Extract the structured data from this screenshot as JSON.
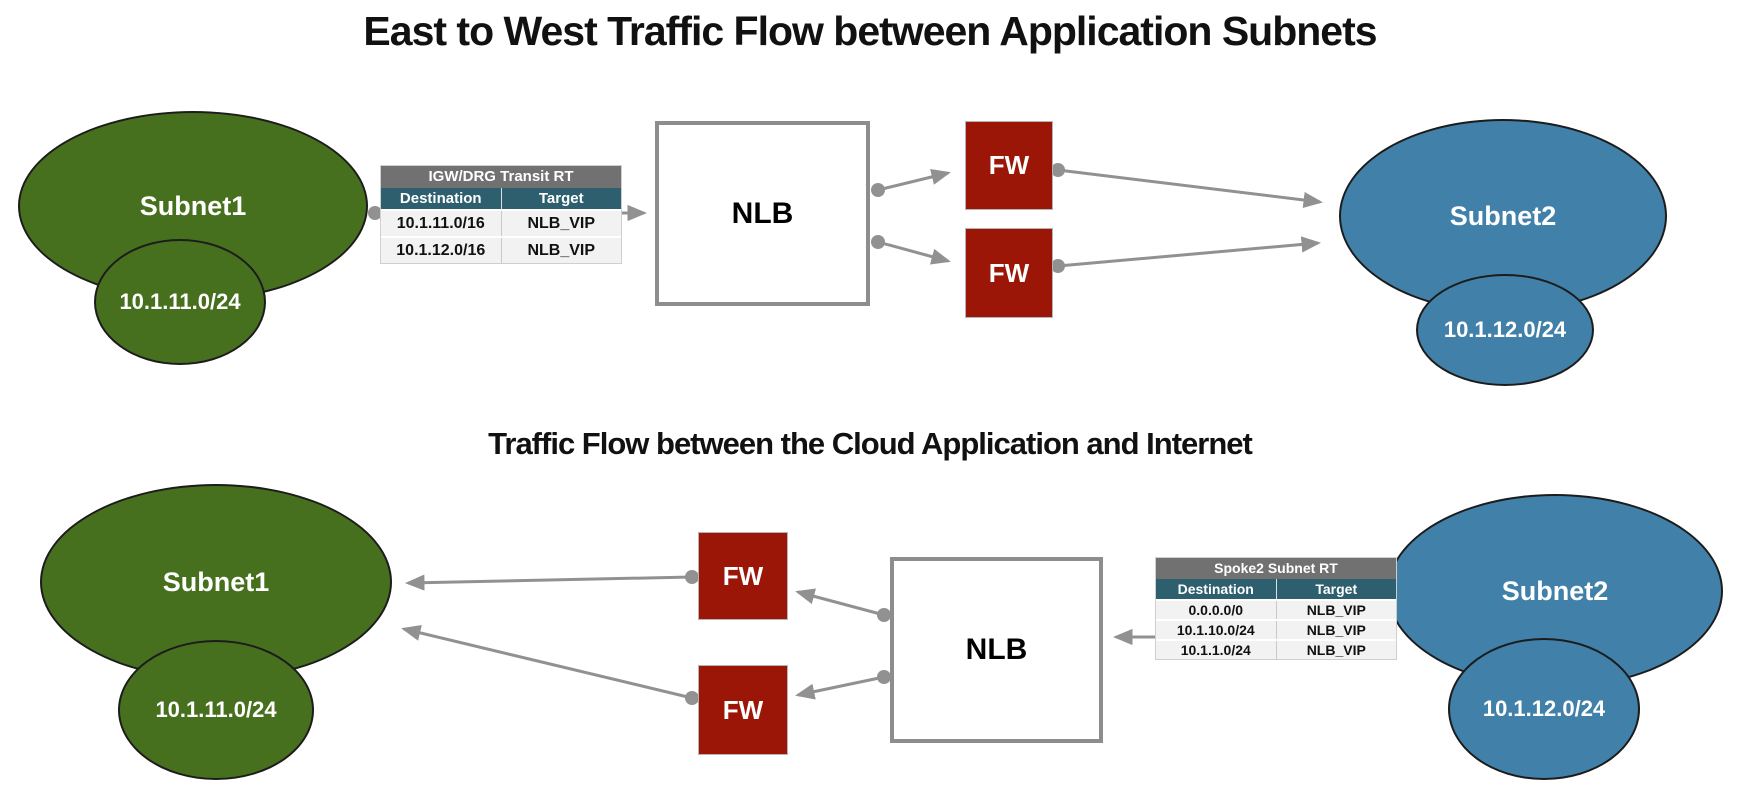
{
  "diagram1": {
    "title": "East to West Traffic Flow between Application Subnets",
    "subnet1": {
      "label": "Subnet1",
      "cidr": "10.1.11.0/24"
    },
    "subnet2": {
      "label": "Subnet2",
      "cidr": "10.1.12.0/24"
    },
    "nlb": {
      "label": "NLB"
    },
    "firewalls": [
      {
        "label": "FW"
      },
      {
        "label": "FW"
      }
    ],
    "route_table": {
      "title": "IGW/DRG Transit RT",
      "columns": [
        "Destination",
        "Target"
      ],
      "rows": [
        {
          "destination": "10.1.11.0/16",
          "target": "NLB_VIP"
        },
        {
          "destination": "10.1.12.0/16",
          "target": "NLB_VIP"
        }
      ]
    }
  },
  "diagram2": {
    "title": "Traffic Flow between the Cloud Application and Internet",
    "subnet1": {
      "label": "Subnet1",
      "cidr": "10.1.11.0/24"
    },
    "subnet2": {
      "label": "Subnet2",
      "cidr": "10.1.12.0/24"
    },
    "nlb": {
      "label": "NLB"
    },
    "firewalls": [
      {
        "label": "FW"
      },
      {
        "label": "FW"
      }
    ],
    "route_table": {
      "title": "Spoke2 Subnet RT",
      "columns": [
        "Destination",
        "Target"
      ],
      "rows": [
        {
          "destination": "0.0.0.0/0",
          "target": "NLB_VIP"
        },
        {
          "destination": "10.1.10.0/24",
          "target": "NLB_VIP"
        },
        {
          "destination": "10.1.1.0/24",
          "target": "NLB_VIP"
        }
      ]
    }
  },
  "colors": {
    "subnet1_fill": "#47701e",
    "subnet2_fill": "#4181a9",
    "firewall_fill": "#9c1607",
    "nlb_border": "#8d8d8d",
    "table_title_bg": "#717171",
    "table_header_bg": "#2d5f6e",
    "table_row_bg": "#f2f2f2",
    "connector": "#919191",
    "title_text": "#111111"
  }
}
